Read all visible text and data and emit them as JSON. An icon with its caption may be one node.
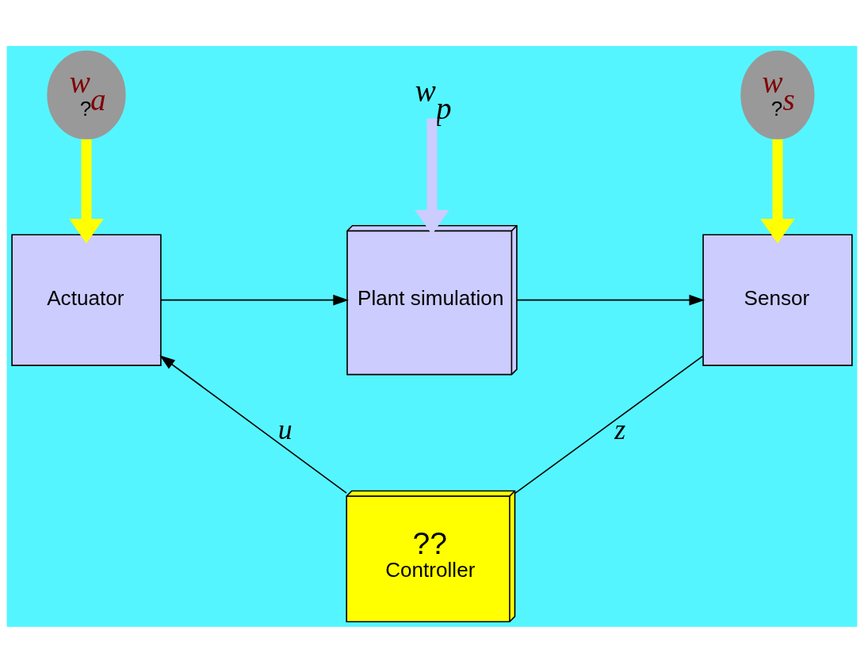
{
  "diagram": {
    "nodes": [
      {
        "text": [
          "Actuator"
        ]
      },
      {
        "text": [
          "Plant simulation"
        ]
      },
      {
        "text": [
          "Sensor"
        ]
      },
      {
        "text": [
          "??",
          "Controller"
        ]
      },
      {
        "text": [
          "w$_{a}$",
          "?"
        ]
      },
      {
        "text": [
          "w$_{p}$"
        ]
      },
      {
        "text": [
          "w$_{s}$",
          "?"
        ]
      }
    ],
    "edges": [
      {
        "from": 4,
        "to": 0,
        "arrow": "to",
        "style": "thick",
        "color": "#ffff00"
      },
      {
        "from": 5,
        "to": 1,
        "arrow": "to",
        "style": "thick",
        "color": "#ccccff"
      },
      {
        "from": 6,
        "to": 2,
        "arrow": "to",
        "style": "thick",
        "color": "#ffff00"
      },
      {
        "from": 0,
        "to": 1,
        "arrow": "to"
      },
      {
        "from": 1,
        "to": 2,
        "arrow": "to"
      },
      {
        "from": 2,
        "to": 3,
        "arrow": "none",
        "label": "z"
      },
      {
        "from": 3,
        "to": 0,
        "arrow": "to",
        "label": "u"
      }
    ]
  }
}
